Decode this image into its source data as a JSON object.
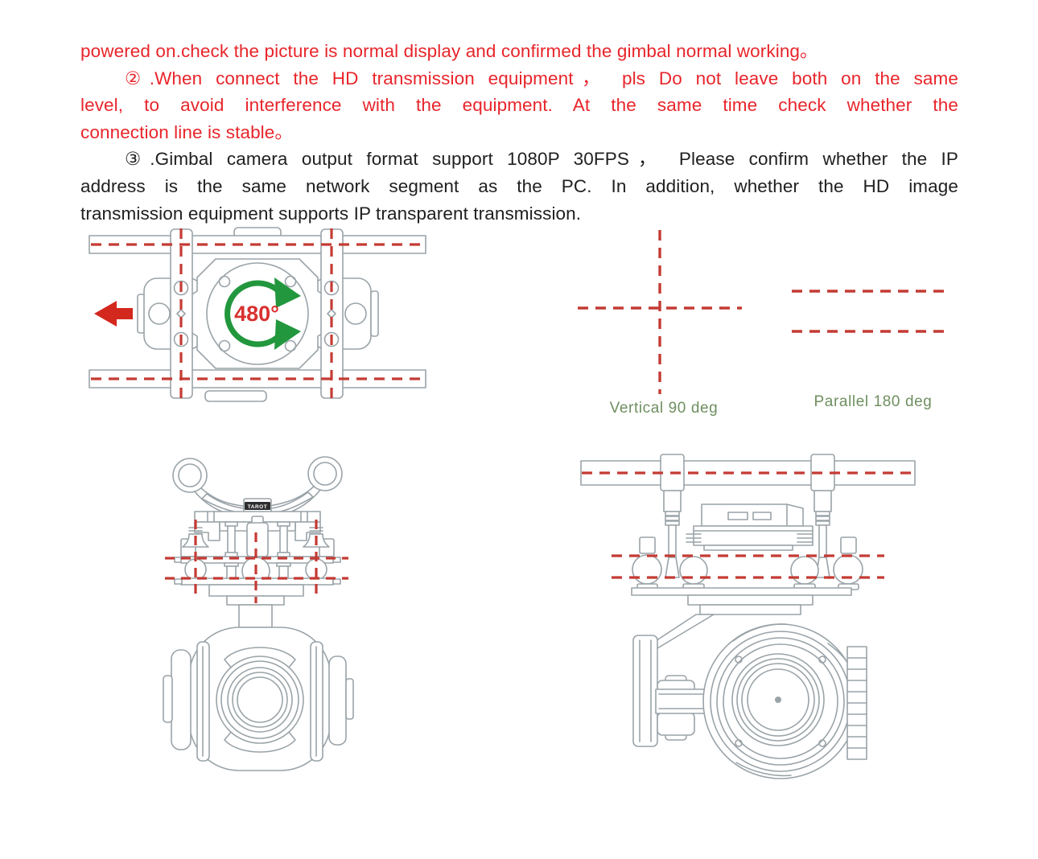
{
  "page": {
    "type": "gimbal-instruction-manual-page",
    "background": "#ffffff"
  },
  "colors": {
    "red_text": "#e8252b",
    "black_text": "#202020",
    "red_guide_dash": "#c43b34",
    "solid_red_arrow": "#d3281e",
    "green_rotation_arrow": "#22973d",
    "green_label_text": "#6f8f60",
    "line_art_gray": "#9aa3a8"
  },
  "text": {
    "para1_line1": "powered on.check the picture is normal display and confirmed the gimbal normal working。",
    "para2_line1": "②.When connect the HD transmission equipment， pls Do not leave both on the same",
    "para2_line2": "level, to avoid interference with the equipment. At the same time check whether the",
    "para2_line3": "connection line is stable。",
    "para3_line1": "③.Gimbal camera output format support 1080P 30FPS， Please confirm whether the IP",
    "para3_line2": "address is the same network segment as the PC. In addition, whether the HD image",
    "para3_line3": "transmission equipment supports IP transparent transmission."
  },
  "diagrams": {
    "top_view": {
      "description": "gimbal top view clamped on two rails with pan rotation range",
      "rotation_label": "480°"
    },
    "guides": {
      "vertical_label": "Vertical 90 deg",
      "parallel_label": "Parallel 180 deg"
    },
    "front_view": {
      "description": "gimbal camera front view with damper mount",
      "brand_label": "TAROT"
    },
    "side_view": {
      "description": "gimbal camera side view hanging from rail with damper mount"
    }
  }
}
